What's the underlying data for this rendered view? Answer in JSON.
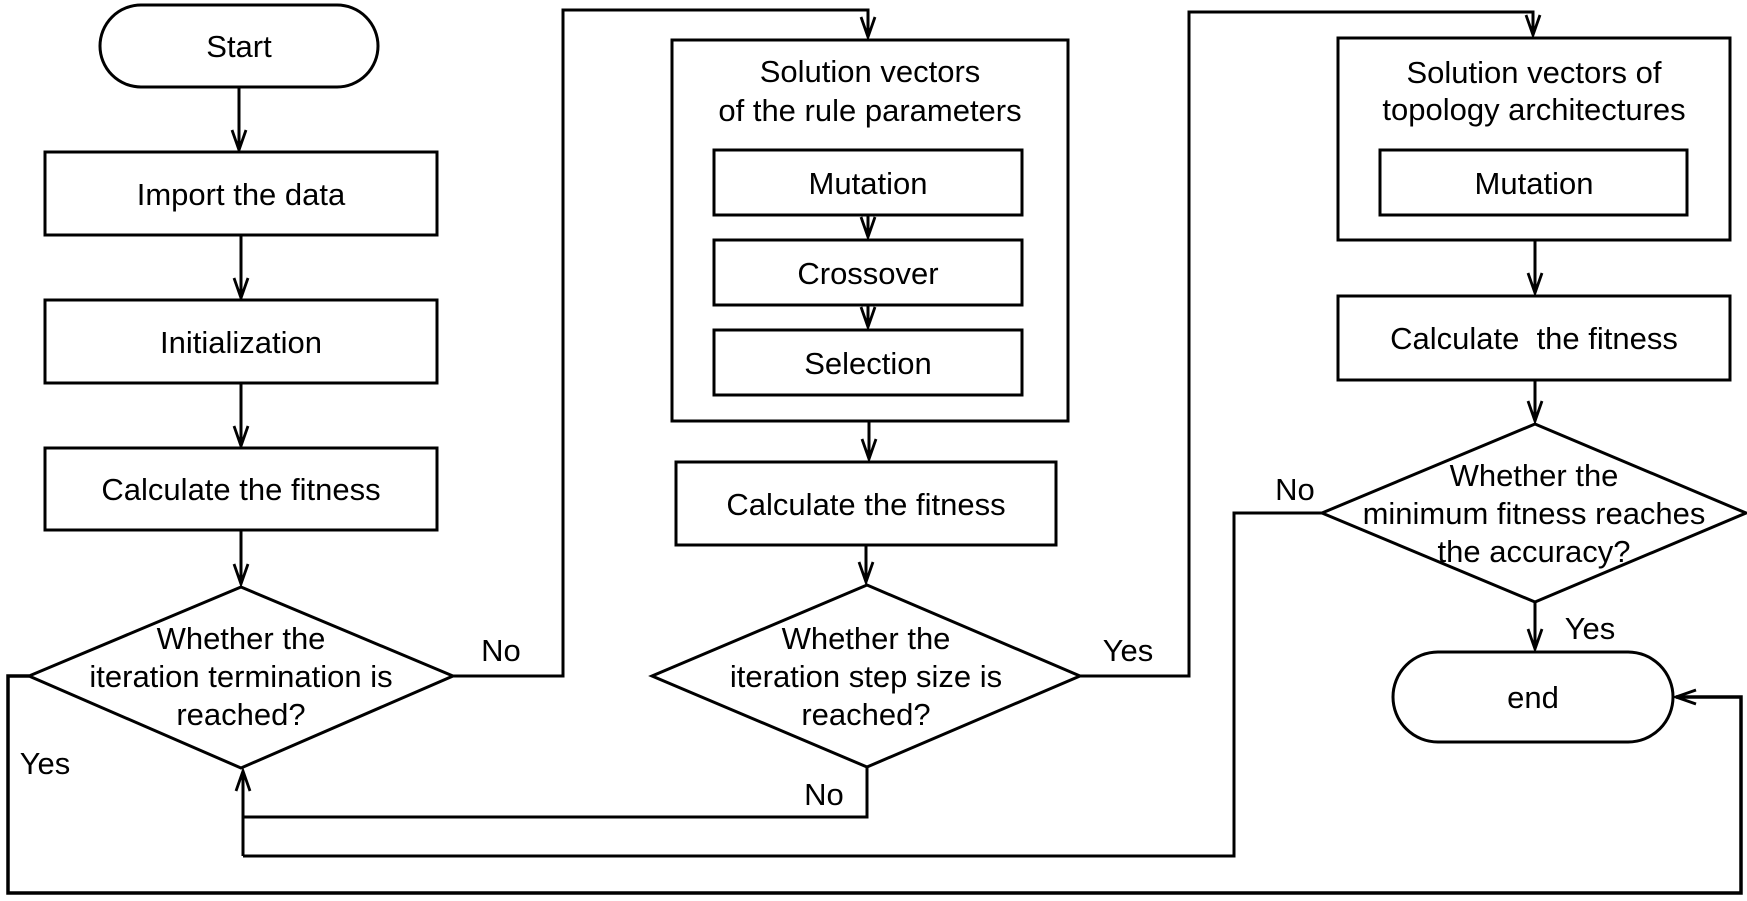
{
  "figure": {
    "description": "Flowchart of a two-stage evolutionary optimization procedure",
    "background_color": "#ffffff",
    "line_color": "#000000",
    "text_color": "#000000"
  },
  "nodes": {
    "start": {
      "type": "terminator",
      "label": "Start"
    },
    "import_data": {
      "type": "process",
      "label": "Import the data"
    },
    "initialization": {
      "type": "process",
      "label": "Initialization"
    },
    "calculate_fitness_1": {
      "type": "process",
      "label": "Calculate the fitness"
    },
    "decision_iteration_termination": {
      "type": "decision",
      "line1": "Whether the",
      "line2": "iteration termination is",
      "line3": "reached?"
    },
    "rule_group": {
      "type": "group",
      "title_line1": "Solution vectors",
      "title_line2": "of the rule parameters"
    },
    "mutation_rule": {
      "type": "process",
      "label": "Mutation"
    },
    "crossover_rule": {
      "type": "process",
      "label": "Crossover"
    },
    "selection_rule": {
      "type": "process",
      "label": "Selection"
    },
    "calculate_fitness_2": {
      "type": "process",
      "label": "Calculate the fitness"
    },
    "decision_step_size": {
      "type": "decision",
      "line1": "Whether the",
      "line2": "iteration step size is",
      "line3": "reached?"
    },
    "topology_group": {
      "type": "group",
      "title_line1": "Solution vectors of",
      "title_line2": "topology architectures"
    },
    "mutation_topology": {
      "type": "process",
      "label": "Mutation"
    },
    "calculate_fitness_3": {
      "type": "process",
      "label": "Calculate  the fitness"
    },
    "decision_min_fitness": {
      "type": "decision",
      "line1": "Whether the",
      "line2": "minimum fitness reaches",
      "line3": "the accuracy?"
    },
    "end": {
      "type": "terminator",
      "label": "end"
    }
  },
  "edge_labels": {
    "iteration_termination_no": "No",
    "iteration_termination_yes": "Yes",
    "step_size_yes": "Yes",
    "step_size_no": "No",
    "min_fitness_no": "No",
    "min_fitness_yes": "Yes"
  }
}
